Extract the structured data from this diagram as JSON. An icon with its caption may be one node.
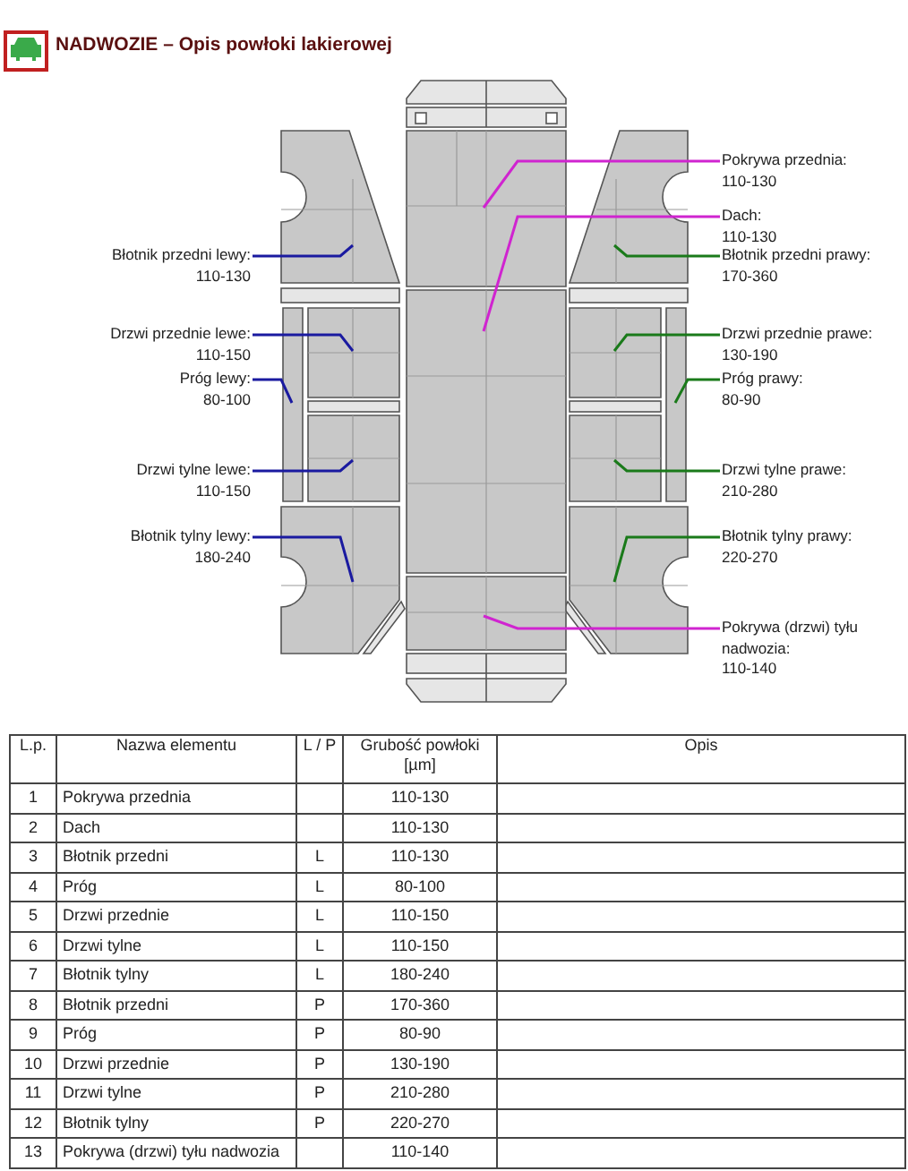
{
  "diagram": {
    "title": "NADWOZIE – Opis powłoki lakierowej",
    "nodes": [
      {
        "text": [
          "Pokrywa przednia: 110-130"
        ]
      },
      {
        "text": [
          "Dach: 110-130"
        ]
      },
      {
        "text": [
          "Błotnik przedni lewy: 110-130"
        ]
      },
      {
        "text": [
          "Błotnik przedni prawy: 170-360"
        ]
      },
      {
        "text": [
          "Drzwi przednie lewe: 110-150"
        ]
      },
      {
        "text": [
          "Drzwi przednie prawe: 130-190"
        ]
      },
      {
        "text": [
          "Próg lewy: 80-100"
        ]
      },
      {
        "text": [
          "Próg prawy: 80-90"
        ]
      },
      {
        "text": [
          "Drzwi tylne lewe: 110-150"
        ]
      },
      {
        "text": [
          "Drzwi tylne prawe: 210-280"
        ]
      },
      {
        "text": [
          "Błotnik tylny lewy: 180-240"
        ]
      },
      {
        "text": [
          "Błotnik tylny prawy: 220-270"
        ]
      },
      {
        "text": [
          "Pokrywa (drzwi) tyłu nadwozia: 110-140"
        ]
      },
      {
        "text": [],
        "shape": "box"
      },
      {
        "text": [],
        "shape": "box"
      },
      {
        "text": [],
        "shape": "box"
      },
      {
        "text": [],
        "shape": "box"
      },
      {
        "text": [],
        "shape": "box"
      },
      {
        "text": [],
        "shape": "box"
      },
      {
        "text": [],
        "shape": "box"
      },
      {
        "text": [],
        "shape": "box"
      },
      {
        "text": [],
        "shape": "box"
      },
      {
        "text": [],
        "shape": "box"
      },
      {
        "text": [],
        "shape": "box"
      },
      {
        "text": [],
        "shape": "box"
      },
      {
        "text": [],
        "shape": "box"
      }
    ],
    "edges": [
      {
        "from": 0,
        "to": 13,
        "arrow": "none",
        "color": "#d024d0"
      },
      {
        "from": 1,
        "to": 14,
        "arrow": "none",
        "color": "#d024d0"
      },
      {
        "from": 2,
        "to": 15,
        "arrow": "none",
        "color": "#1a1aa0"
      },
      {
        "from": 3,
        "to": 16,
        "arrow": "none",
        "color": "#1a7a1a"
      },
      {
        "from": 4,
        "to": 17,
        "arrow": "none",
        "color": "#1a1aa0"
      },
      {
        "from": 5,
        "to": 18,
        "arrow": "none",
        "color": "#1a7a1a"
      },
      {
        "from": 6,
        "to": 19,
        "arrow": "none",
        "color": "#1a1aa0"
      },
      {
        "from": 7,
        "to": 20,
        "arrow": "none",
        "color": "#1a7a1a"
      },
      {
        "from": 8,
        "to": 21,
        "arrow": "none",
        "color": "#1a1aa0"
      },
      {
        "from": 9,
        "to": 22,
        "arrow": "none",
        "color": "#1a7a1a"
      },
      {
        "from": 10,
        "to": 23,
        "arrow": "none",
        "color": "#1a1aa0"
      },
      {
        "from": 11,
        "to": 24,
        "arrow": "none",
        "color": "#1a7a1a"
      },
      {
        "from": 12,
        "to": 25,
        "arrow": "none",
        "color": "#d024d0"
      }
    ],
    "labels": [
      "L.p.",
      "Nazwa elementu",
      "L / P",
      "Grubość powłoki [µm]",
      "Opis",
      "1",
      "Pokrywa przednia",
      "110-130",
      "2",
      "Dach",
      "110-130",
      "3",
      "Błotnik przedni",
      "L",
      "110-130",
      "4",
      "Próg",
      "L",
      "80-100",
      "5",
      "Drzwi przednie",
      "L",
      "110-150",
      "6",
      "Drzwi tylne",
      "L",
      "110-150",
      "7",
      "Błotnik tylny",
      "L",
      "180-240",
      "8",
      "Błotnik przedni",
      "P",
      "170-360",
      "9",
      "Próg",
      "P",
      "80-90",
      "10",
      "Drzwi przednie",
      "P",
      "130-190",
      "11",
      "Drzwi tylne",
      "P",
      "210-280",
      "12",
      "Błotnik tylny",
      "P",
      "220-270",
      "13",
      "Pokrywa (drzwi) tyłu nadwozia",
      "110-140"
    ]
  }
}
